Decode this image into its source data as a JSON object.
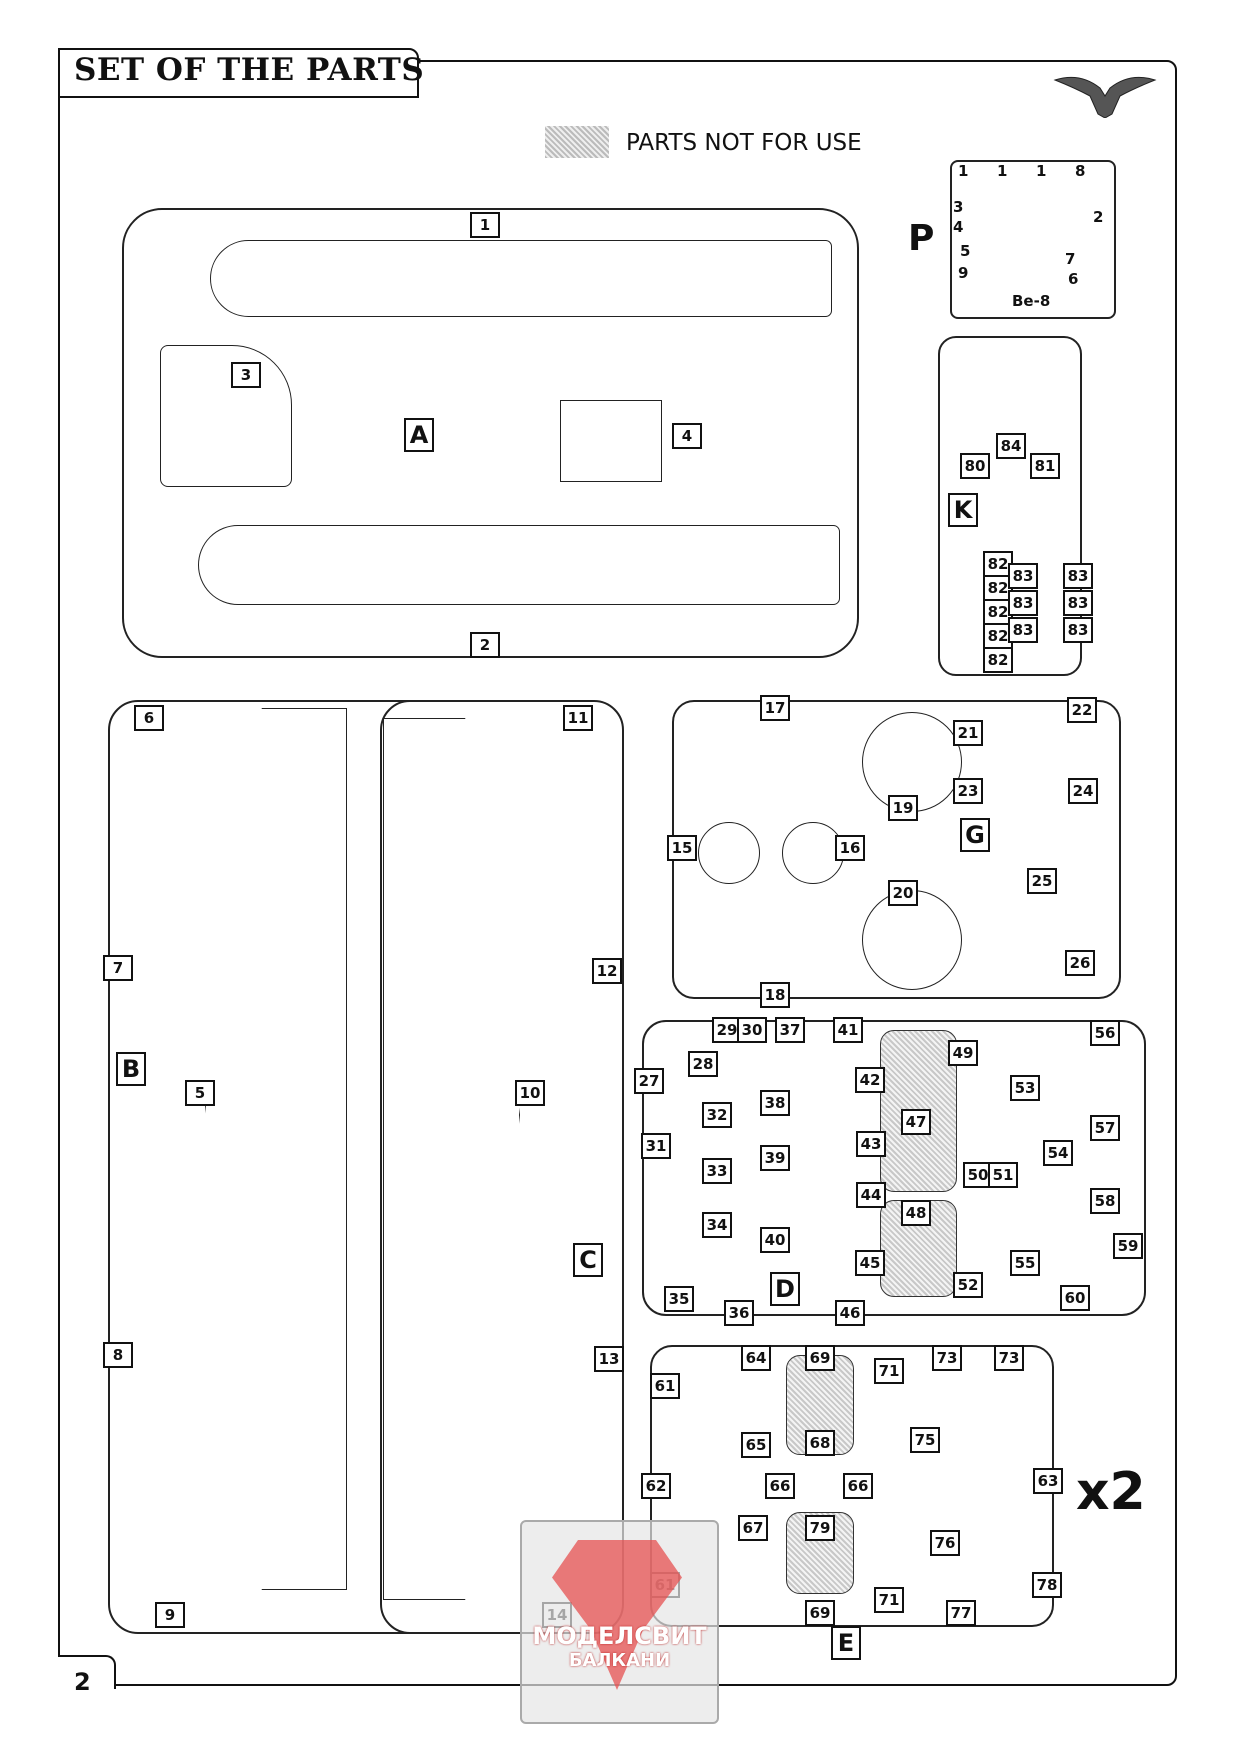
{
  "header": {
    "title": "SET OF THE PARTS"
  },
  "legend": {
    "text": "PARTS NOT FOR USE"
  },
  "page_number": "2",
  "multiplier": "x2",
  "sprue_letters": {
    "A": "A",
    "B": "B",
    "C": "C",
    "D": "D",
    "E": "E",
    "G": "G",
    "K": "K",
    "P": "P"
  },
  "pe_fret": {
    "title": "Be-8",
    "numbers": [
      "1",
      "1",
      "1",
      "8",
      "2",
      "3",
      "4",
      "5",
      "7",
      "6",
      "9"
    ]
  },
  "parts_a": [
    "1",
    "2",
    "3",
    "4"
  ],
  "parts_b": [
    "5",
    "6",
    "7",
    "8",
    "9"
  ],
  "parts_c": [
    "10",
    "11",
    "12",
    "13",
    "14"
  ],
  "parts_g": [
    "15",
    "16",
    "17",
    "18",
    "19",
    "20",
    "21",
    "22",
    "23",
    "24",
    "25",
    "26"
  ],
  "parts_d": [
    "27",
    "28",
    "29",
    "30",
    "31",
    "32",
    "33",
    "34",
    "35",
    "36",
    "37",
    "38",
    "39",
    "40",
    "41",
    "42",
    "43",
    "44",
    "45",
    "46",
    "47",
    "48",
    "49",
    "50",
    "51",
    "52",
    "53",
    "54",
    "55",
    "56",
    "57",
    "58",
    "59",
    "60"
  ],
  "parts_e": [
    "61",
    "61",
    "62",
    "63",
    "64",
    "65",
    "66",
    "66",
    "67",
    "68",
    "69",
    "69",
    "71",
    "71",
    "73",
    "73",
    "75",
    "76",
    "77",
    "78",
    "79"
  ],
  "parts_k": [
    "80",
    "81",
    "84",
    "82",
    "82",
    "82",
    "82",
    "82",
    "83",
    "83",
    "83",
    "83",
    "83",
    "83"
  ],
  "watermark": {
    "line1": "МОДЕЛСВИТ",
    "line2": "БАЛКАНИ"
  }
}
